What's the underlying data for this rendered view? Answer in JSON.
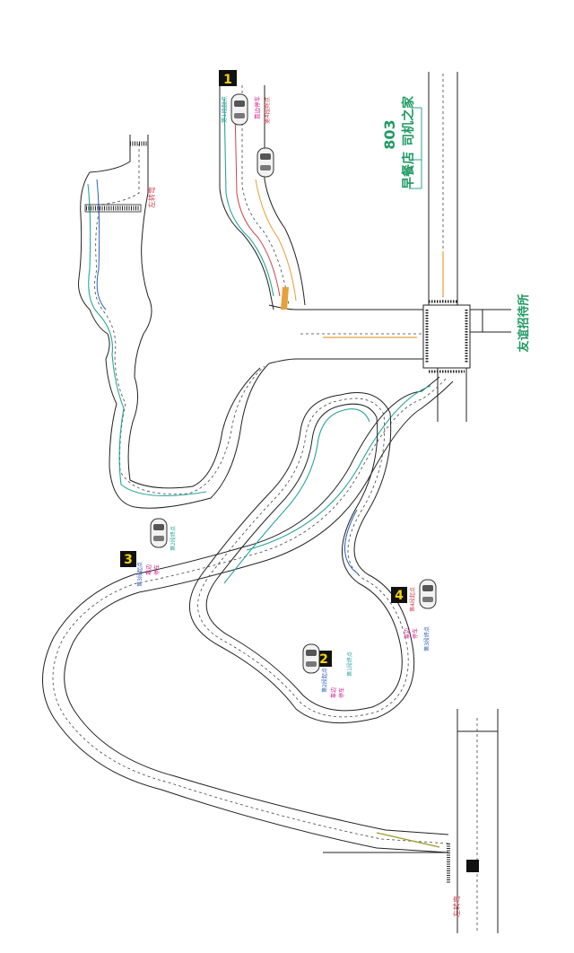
{
  "labels": {
    "station_num": "803",
    "driver_home": "司机之家",
    "breakfast": "早餐店",
    "guesthouse": "友谊招待所",
    "left_turn_top": "左转弯",
    "left_turn_bottom": "左转弯"
  },
  "markers": [
    {
      "number": "1",
      "lines": [
        "第1段起点",
        "靠边停车",
        "第4段终点"
      ]
    },
    {
      "number": "2",
      "lines": [
        "第2段起点",
        "靠边",
        "停车",
        "第1段终点"
      ]
    },
    {
      "number": "3",
      "lines": [
        "第3段起点",
        "靠边",
        "停车",
        "第2段终点"
      ]
    },
    {
      "number": "4",
      "lines": [
        "第4段起点",
        "靠边",
        "停车",
        "第3段终点"
      ]
    }
  ],
  "colors": {
    "label_green": "#1e9a63",
    "route_green": "#2aa59a",
    "route_red": "#d0414f",
    "route_blue": "#2c5fb8",
    "route_orange": "#e5a13a",
    "text_magenta": "#d21e8c",
    "marker_yellow": "#f5d20a",
    "marker_black": "#111111"
  },
  "icons": {
    "car": "car-icon",
    "stop_block": "stop-block-icon"
  }
}
